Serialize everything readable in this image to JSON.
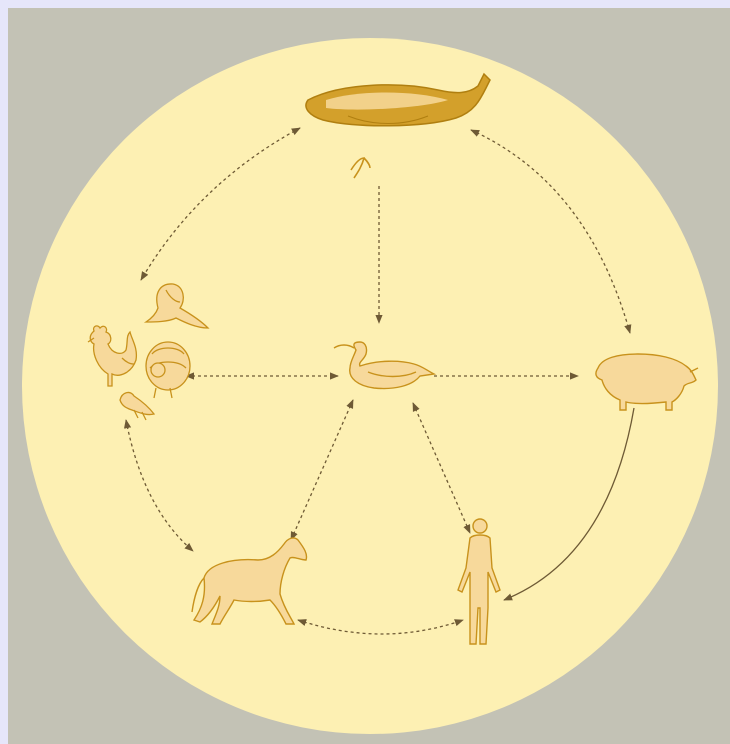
{
  "colors": {
    "outer_border": "#e6e6fa",
    "panel": "#c3c2b5",
    "disc": "#fdf0b3",
    "animal_fill": "#f7d99b",
    "animal_outline": "#c8921c",
    "whale_dark": "#d3a02b",
    "arrow": "#6e5a35"
  },
  "nodes": [
    {
      "id": "whale",
      "icon": "whale-icon"
    },
    {
      "id": "seabird",
      "icon": "seabird-icon"
    },
    {
      "id": "birds",
      "icons": [
        "rooster-icon",
        "turkey-icon",
        "songbird-icon",
        "seagull-icon"
      ]
    },
    {
      "id": "duck",
      "icon": "duck-icon"
    },
    {
      "id": "pig",
      "icon": "pig-icon"
    },
    {
      "id": "horse",
      "icon": "horse-icon"
    },
    {
      "id": "human",
      "icon": "human-icon"
    }
  ],
  "links": [
    {
      "from": "whale",
      "to": "birds",
      "style": "dashed",
      "arrows": "both"
    },
    {
      "from": "whale",
      "to": "pig",
      "style": "dashed",
      "arrows": "both"
    },
    {
      "from": "seabird",
      "to": "duck",
      "style": "dashed",
      "arrows": "end"
    },
    {
      "from": "birds",
      "to": "duck",
      "style": "dashed",
      "arrows": "both"
    },
    {
      "from": "duck",
      "to": "pig",
      "style": "dashed",
      "arrows": "end"
    },
    {
      "from": "duck",
      "to": "horse",
      "style": "dashed",
      "arrows": "both"
    },
    {
      "from": "duck",
      "to": "human",
      "style": "dashed",
      "arrows": "both"
    },
    {
      "from": "birds",
      "to": "horse",
      "style": "dashed",
      "arrows": "both"
    },
    {
      "from": "horse",
      "to": "human",
      "style": "dashed",
      "arrows": "both"
    },
    {
      "from": "pig",
      "to": "human",
      "style": "solid",
      "arrows": "end"
    }
  ]
}
